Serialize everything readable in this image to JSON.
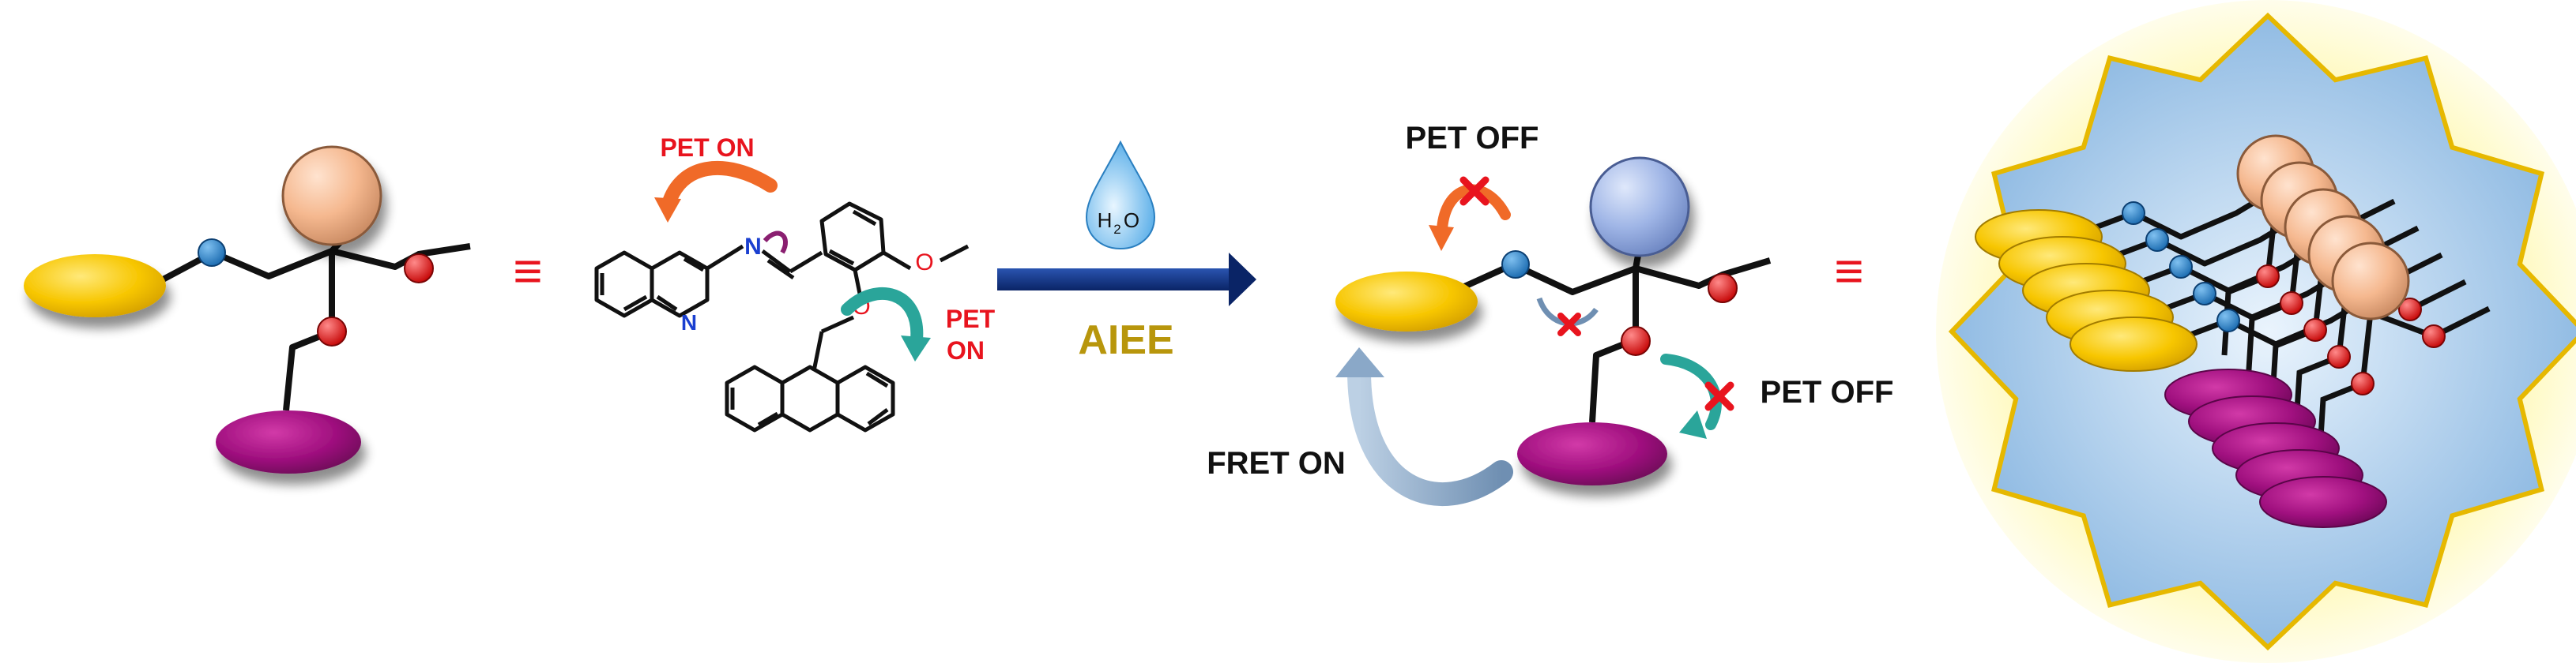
{
  "labels": {
    "equiv_left": "≡",
    "equiv_right": "≡",
    "pet_on_top": "PET ON",
    "pet_on_side_1": "PET",
    "pet_on_side_2": "ON",
    "atom_n": "N",
    "atom_n2": "N",
    "atom_o": "O",
    "atom_o2": "O",
    "water_h": "H",
    "water_sub": "2",
    "water_o": "O",
    "aiee": "AIEE",
    "pet_off_top": "PET OFF",
    "pet_off_side": "PET OFF",
    "fret_on": "FRET ON"
  },
  "colors": {
    "yellow": "#f7c600",
    "magenta": "#a0107f",
    "peach": "#f5b88f",
    "lavender": "#9fb5e6",
    "blue_bead": "#1f6fb3",
    "red_bead": "#e01010",
    "pet_red": "#e8141e",
    "aiee_gold": "#b8960c",
    "arrow_navy": "#0d2f7a",
    "orange_arrow": "#f06a28",
    "teal_arrow": "#2aa59a",
    "cross_red": "#e8141e",
    "star_fill": "#9cc4ea",
    "star_edge": "#e6b800"
  }
}
